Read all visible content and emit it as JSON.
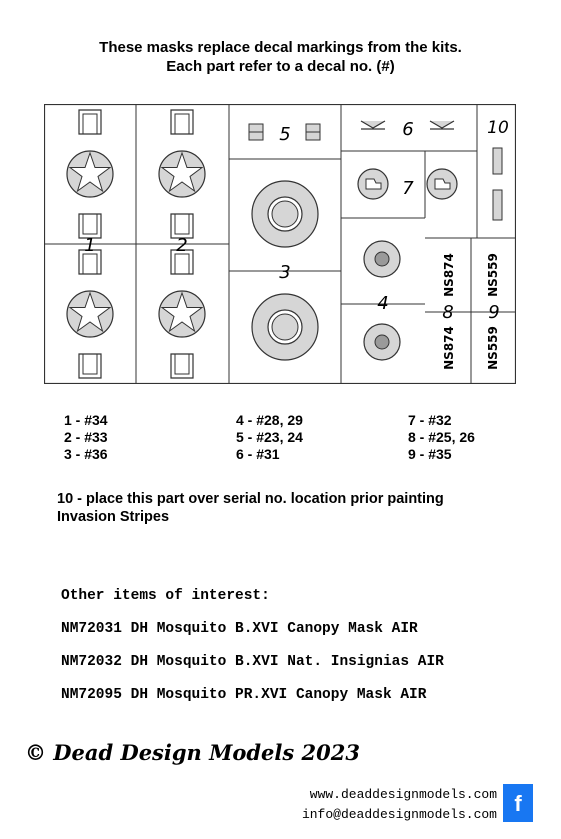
{
  "header": {
    "line1": "These masks replace decal markings from the kits.",
    "line2": "Each part refer to a decal no. (#)"
  },
  "sheet": {
    "part_numbers": [
      "1",
      "2",
      "3",
      "4",
      "5",
      "6",
      "7",
      "8",
      "9",
      "10"
    ],
    "serials": [
      "NS874",
      "NS559",
      "NS874",
      "NS559"
    ]
  },
  "legend": {
    "col1": [
      "1 - #34",
      "2 - #33",
      "3 - #36"
    ],
    "col2": [
      "4 - #28, 29",
      "5 - #23, 24",
      "6 - #31"
    ],
    "col3": [
      "7 - #32",
      "8 - #25, 26",
      "9 - #35"
    ]
  },
  "note": {
    "line1": "10 - place this part over serial no. location prior painting",
    "line2": "Invasion Stripes"
  },
  "other": {
    "heading": "Other items of interest:",
    "items": [
      "NM72031 DH Mosquito B.XVI Canopy Mask AIR",
      "NM72032 DH Mosquito B.XVI Nat. Insignias AIR",
      "NM72095 DH Mosquito PR.XVI Canopy Mask AIR"
    ]
  },
  "footer": {
    "copyright": "© Dead Design Models 2023",
    "website": "www.deaddesignmodels.com",
    "email": "info@deaddesignmodels.com",
    "facebook_glyph": "f",
    "facebook_color": "#1877f2"
  }
}
